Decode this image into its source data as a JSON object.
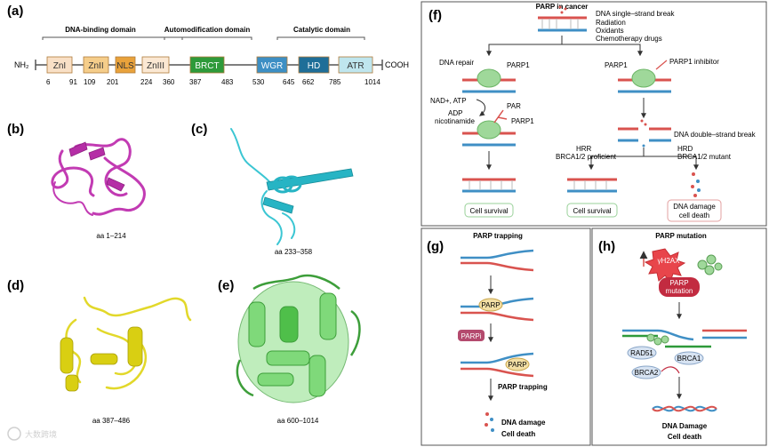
{
  "panels": {
    "a": {
      "label": "(a)",
      "groups": [
        "DNA-binding domain",
        "Automodification domain",
        "Catalytic domain"
      ],
      "nterm": "NH₂",
      "cterm": "COOH",
      "domains": [
        {
          "name": "ZnI",
          "color": "#f9e0c6"
        },
        {
          "name": "ZnII",
          "color": "#f5cd8a"
        },
        {
          "name": "NLS",
          "color": "#e9a23b"
        },
        {
          "name": "ZnIII",
          "color": "#fbe8d3"
        },
        {
          "name": "BRCT",
          "color": "#2e9a3a"
        },
        {
          "name": "WGR",
          "color": "#3d8fc4"
        },
        {
          "name": "HD",
          "color": "#1f6e98"
        },
        {
          "name": "ATR",
          "color": "#bfe6ee"
        }
      ],
      "positions": [
        "6",
        "91",
        "109",
        "201",
        "224",
        "360",
        "387",
        "483",
        "530",
        "645",
        "662",
        "785",
        "1014"
      ]
    },
    "b": {
      "label": "(b)",
      "caption": "aa 1–214"
    },
    "c": {
      "label": "(c)",
      "caption": "aa 233–358"
    },
    "d": {
      "label": "(d)",
      "caption": "aa 387–486"
    },
    "e": {
      "label": "(e)",
      "caption": "aa 600–1014"
    },
    "f": {
      "label": "(f)",
      "title": "PARP in cancer",
      "damage": [
        "DNA single–strand break",
        "Radiation",
        "Oxidants",
        "Chemotherapy drugs"
      ],
      "repair": "DNA repair",
      "parp1": "PARP1",
      "inhibitor": "PARP1 inhibitor",
      "nad": "NAD+, ATP",
      "adp": [
        "ADP",
        "nicotinamide"
      ],
      "par": "PAR",
      "dsb": "DNA double–strand break",
      "hrr": [
        "HRR",
        "BRCA1/2 proficient"
      ],
      "hrd": [
        "HRD",
        "BRCA1/2 mutant"
      ],
      "survival1": "Cell survival",
      "survival2": "Cell survival",
      "death": [
        "DNA damage",
        "cell death"
      ]
    },
    "g": {
      "label": "(g)",
      "title": "PARP trapping",
      "parp": "PARP",
      "parpi": "PARPi",
      "parp2": "PARP",
      "trapping": "PARP trapping",
      "damage": "DNA  damage",
      "death": "Cell death"
    },
    "h": {
      "label": "(h)",
      "title": "PARP mutation",
      "h2ax": "γH2AX",
      "mutation": [
        "PARP",
        "mutation"
      ],
      "rad51": "RAD51",
      "brca1": "BRCA1",
      "brca2": "BRCA2",
      "damage": "DNA Damage",
      "death": "Cell death"
    }
  },
  "watermark": "大数跨境"
}
